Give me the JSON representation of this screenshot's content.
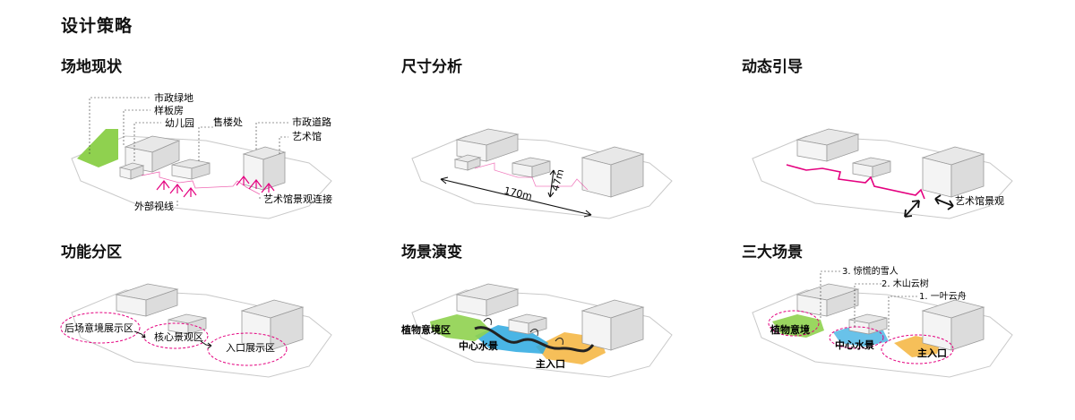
{
  "page": {
    "title": "设计策略"
  },
  "colors": {
    "accent": "#e4007f",
    "green": "#8fd14f",
    "blue": "#2aa8e0",
    "orange": "#f5b43c",
    "line": "#333333",
    "building_face": "#f1f1f1",
    "building_top": "#e8e8e8"
  },
  "panels": {
    "site": {
      "title": "场地现状",
      "labels": {
        "green": "市政绿地",
        "sample": "样板房",
        "kindergarten": "幼儿园",
        "sales": "售楼处",
        "road": "市政道路",
        "museum": "艺术馆",
        "view": "外部视线",
        "link": "艺术馆景观连接"
      }
    },
    "size": {
      "title": "尺寸分析",
      "labels": {
        "length": "170m",
        "width": "47m"
      }
    },
    "dynamic": {
      "title": "动态引导",
      "labels": {
        "view": "艺术馆景观"
      }
    },
    "zones": {
      "title": "功能分区",
      "labels": {
        "rear": "后场意境展示区",
        "core": "核心景观区",
        "entry": "入口展示区"
      }
    },
    "evolution": {
      "title": "场景演变",
      "labels": {
        "plant": "植物意境区",
        "water": "中心水景",
        "entry": "主入口"
      }
    },
    "scenes": {
      "title": "三大场景",
      "labels": {
        "s3": "3. 惊慌的雪人",
        "s2": "2. 木山云树",
        "s1": "1. 一叶云舟",
        "plant": "植物意境",
        "water": "中心水景",
        "entry": "主入口"
      }
    }
  }
}
